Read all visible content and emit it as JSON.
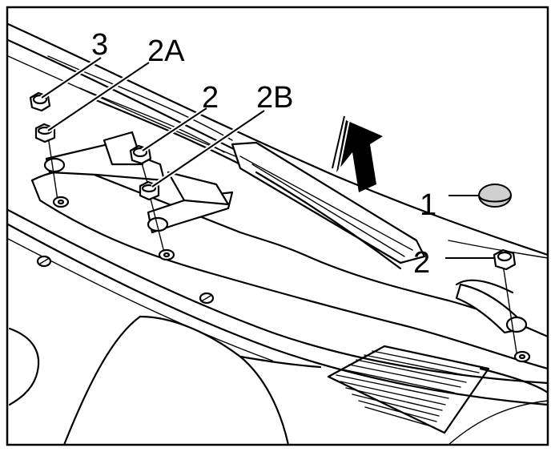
{
  "diagram": {
    "callouts": [
      {
        "id": "c1",
        "text": "1"
      },
      {
        "id": "c2",
        "text": "2"
      },
      {
        "id": "c2a",
        "text": "2A"
      },
      {
        "id": "c2b",
        "text": "2B"
      },
      {
        "id": "c2r",
        "text": "2"
      },
      {
        "id": "c3",
        "text": "3"
      }
    ],
    "parts": [
      {
        "id": "cap",
        "icon": "cap-icon"
      },
      {
        "id": "nut",
        "icon": "hex-nut-icon"
      },
      {
        "id": "washer",
        "icon": "washer-icon"
      },
      {
        "id": "arrow",
        "icon": "up-arrow-icon"
      }
    ]
  }
}
